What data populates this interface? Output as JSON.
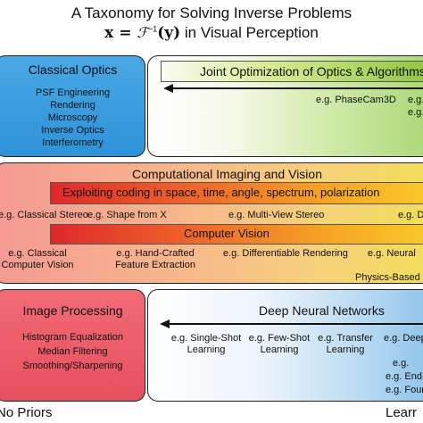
{
  "title": {
    "line1": "A Taxonomy for Solving Inverse Problems",
    "line2_math": "x = ",
    "line2_operator": "ℱ",
    "line2_inv": "−1",
    "line2_arg": "(y)",
    "line2_text": " in Visual Perception"
  },
  "classical_optics": {
    "heading": "Classical Optics",
    "items": [
      "PSF Engineering",
      "Rendering",
      "Microscopy",
      "Inverse Optics",
      "Interferometry"
    ]
  },
  "joint_optimization": {
    "heading": "Joint Optimization of Optics & Algorithms",
    "examples": [
      "e.g. PhaseCam3D",
      "e.g.",
      "e.g."
    ]
  },
  "computational_imaging": {
    "heading": "Computational Imaging and Vision",
    "coding_bar": "Exploiting coding in space, time, angle, spectrum, polarization",
    "examples_row1": [
      "e.g. Classical Stereo",
      "e.g. Shape from X",
      "e.g. Multi-View Stereo",
      "e.g. D"
    ],
    "cv_bar": "Computer Vision",
    "examples_row2": [
      {
        "l1": "e.g. Classical",
        "l2": "Computer Vision"
      },
      {
        "l1": "e.g. Hand-Crafted",
        "l2": "Feature Extraction"
      },
      {
        "l1": "e.g. Differentiable Rendering",
        "l2": ""
      },
      {
        "l1": "e.g. Neural",
        "l2": ""
      }
    ],
    "physics_based": "Physics-Based I"
  },
  "image_processing": {
    "heading": "Image Processing",
    "items": [
      "Histogram Equalization",
      "Median Filtering",
      "Smoothing/Sharpening"
    ]
  },
  "deep_neural_networks": {
    "heading": "Deep Neural Networks",
    "examples": [
      {
        "l1": "e.g. Single-Shot",
        "l2": "Learning"
      },
      {
        "l1": "e.g. Few-Shot",
        "l2": "Learning"
      },
      {
        "l1": "e.g. Transfer",
        "l2": "Learning"
      },
      {
        "l1": "e.g. Deep",
        "l2": ""
      }
    ],
    "right_examples": [
      "e.g.",
      "e.g. End-t",
      "e.g. Foun"
    ]
  },
  "axis": {
    "left_label": "No Priors",
    "right_label": "Learr"
  },
  "colors": {
    "classical_optics": "#3a9fe0",
    "joint_optimization": "#8ec63f",
    "computational_imaging": "#f7b98a",
    "coding_bar": "#ee6a2a",
    "image_processing": "#ea5a66",
    "deep_neural_networks": "#8cc3ea"
  }
}
